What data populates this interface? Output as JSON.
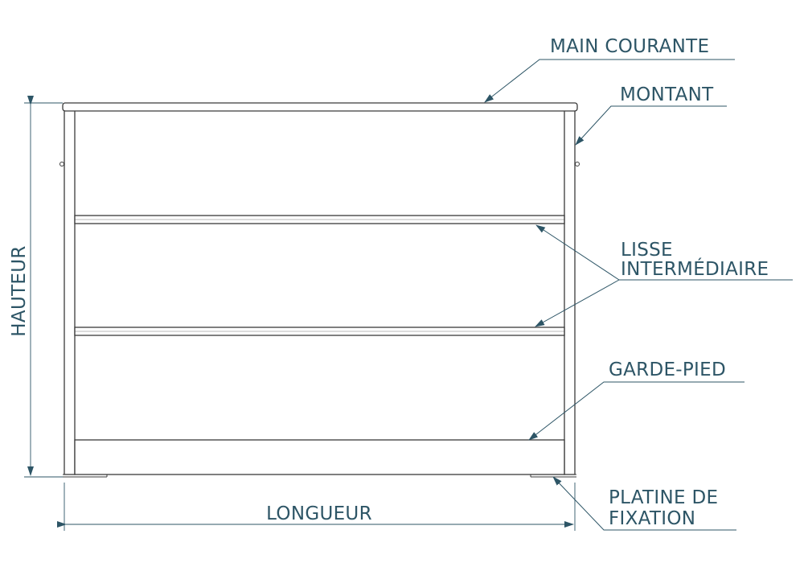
{
  "labels": {
    "main_courante": "MAIN COURANTE",
    "montant": "MONTANT",
    "lisse_line1": "LISSE",
    "lisse_line2": "INTERMÉDIAIRE",
    "garde_pied": "GARDE-PIED",
    "platine_line1": "PLATINE DE",
    "platine_line2": "FIXATION",
    "longueur": "LONGUEUR",
    "hauteur": "HAUTEUR"
  },
  "colors": {
    "annotation": "#2d5566",
    "outline": "#3a3a3a"
  }
}
